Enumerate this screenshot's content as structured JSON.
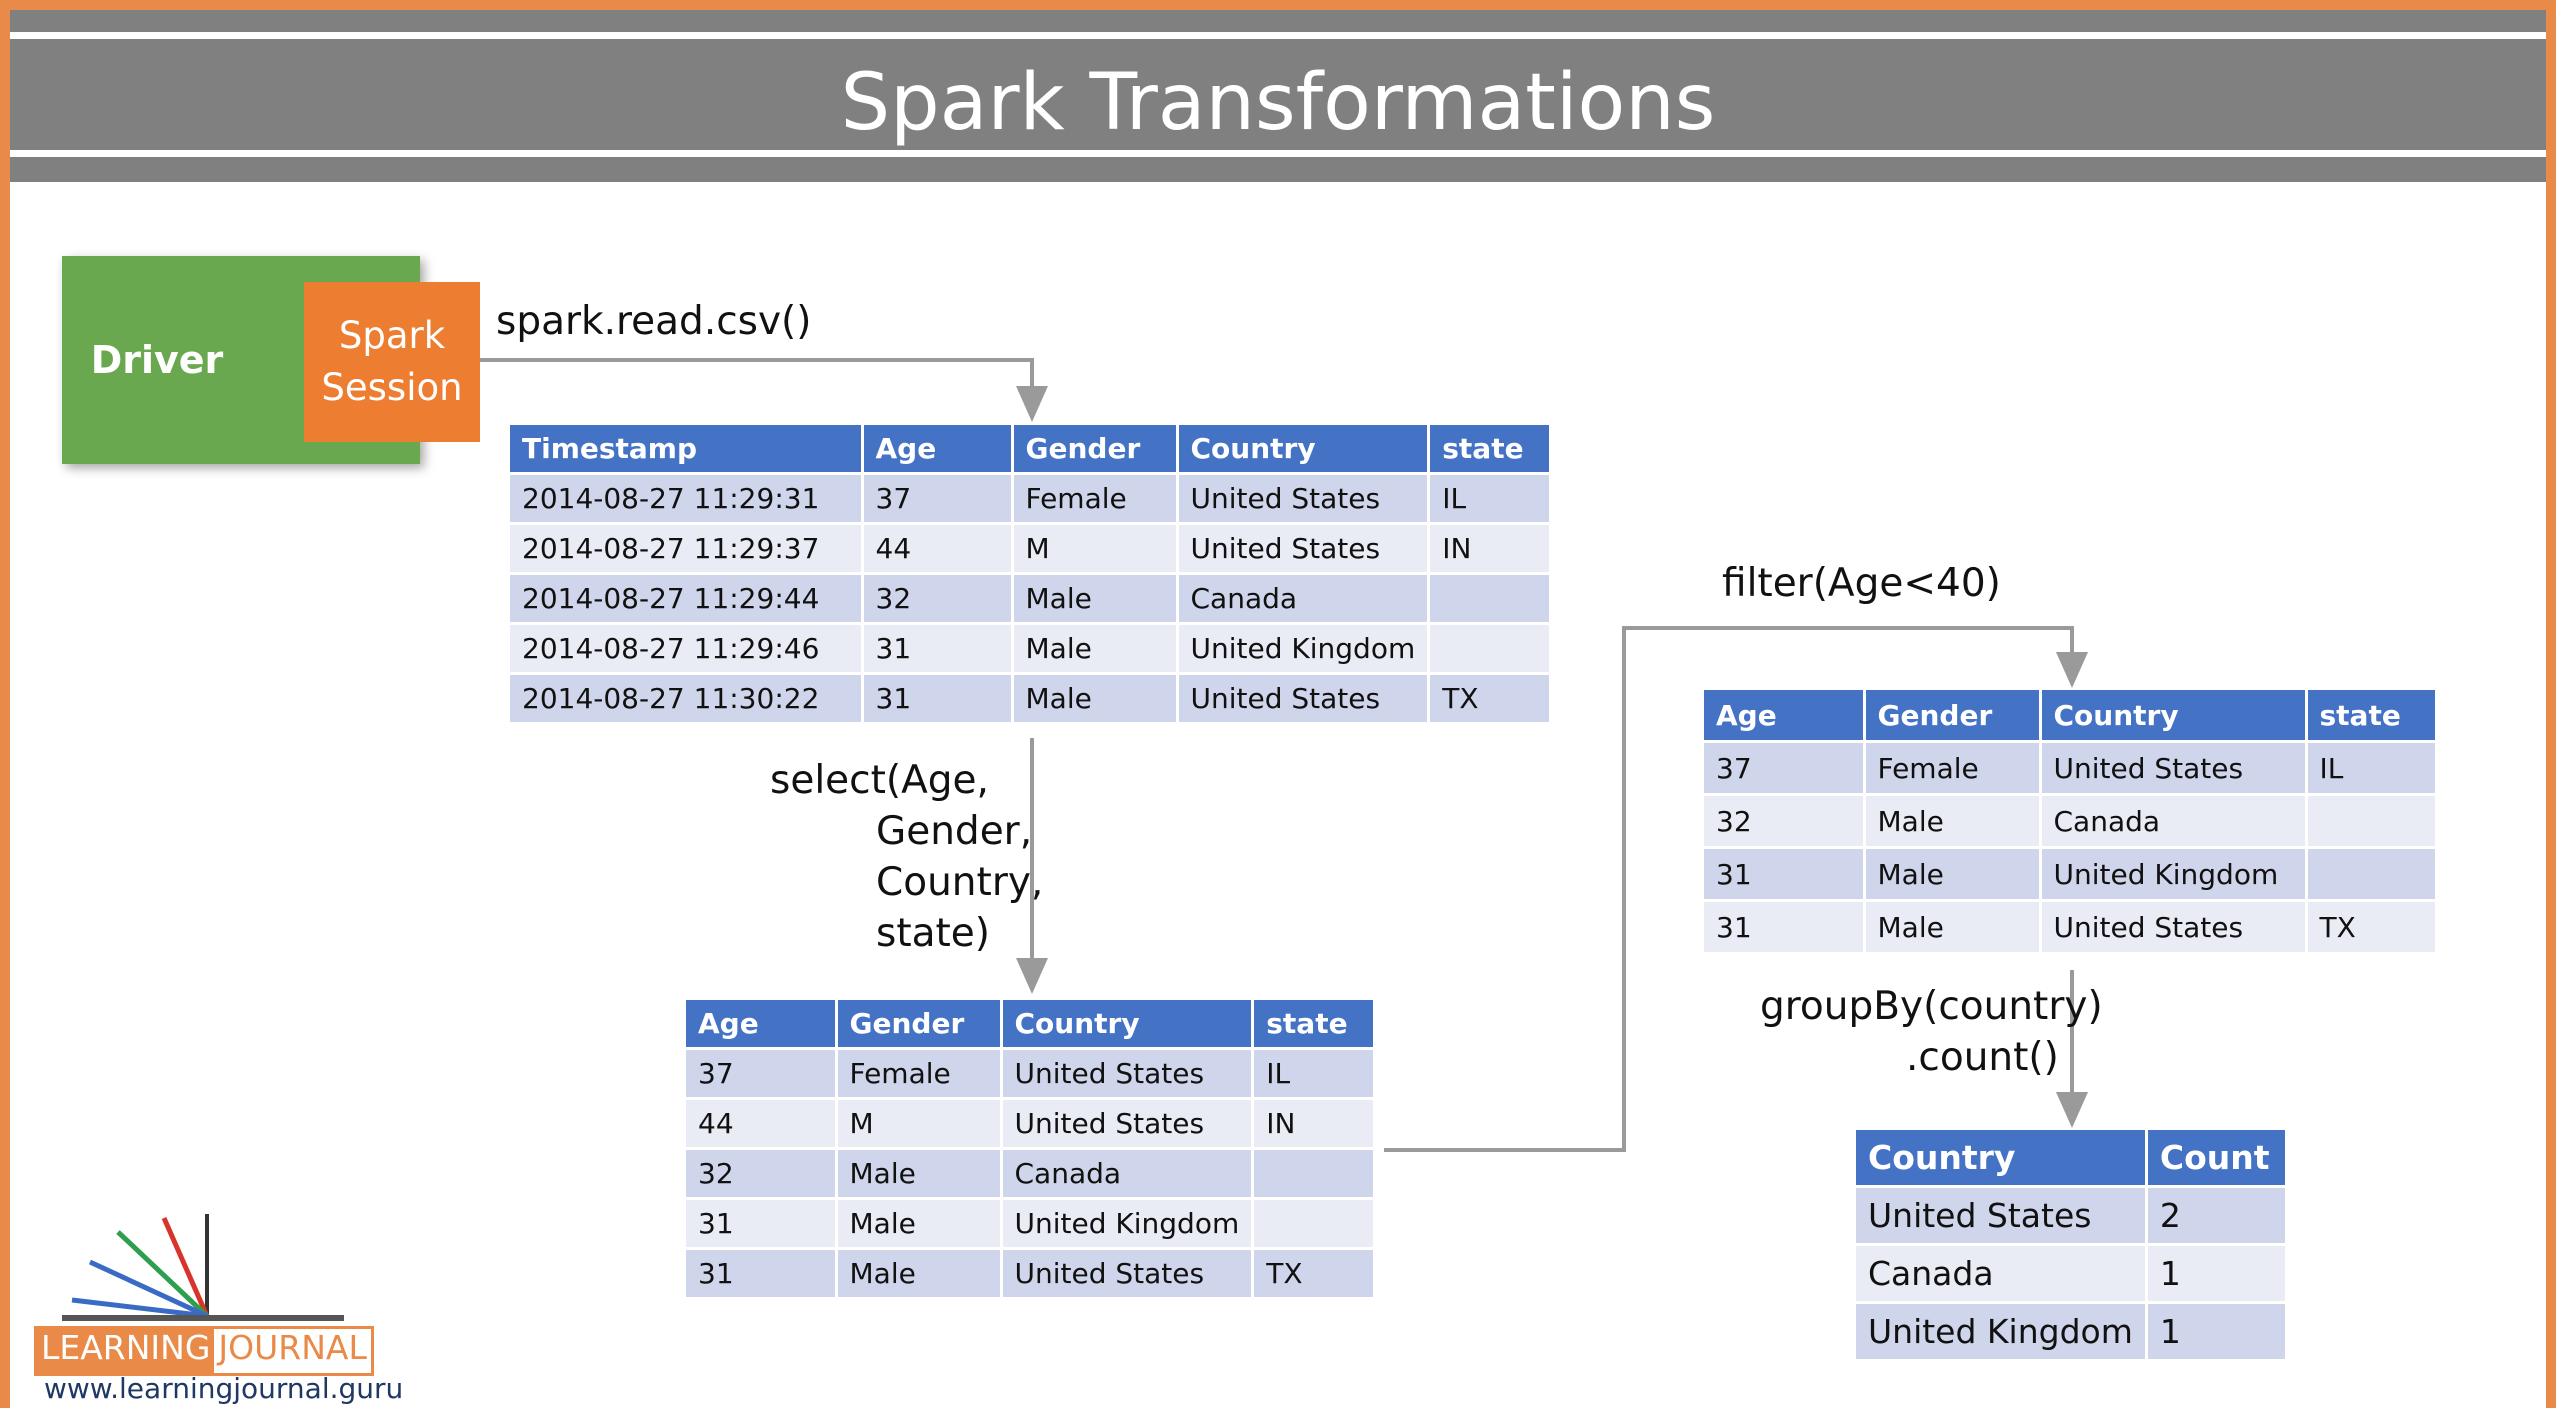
{
  "slide": {
    "title": "Spark Transformations"
  },
  "driver": {
    "label": "Driver",
    "session_line1": "Spark",
    "session_line2": "Session"
  },
  "operations": {
    "read": "spark.read.csv()",
    "select_lines": [
      "select(Age,",
      "Gender,",
      "Country,",
      "state)"
    ],
    "filter": "filter(Age<40)",
    "groupby_line1": "groupBy(country)",
    "groupby_line2": ".count()"
  },
  "tables": {
    "raw": {
      "headers": [
        "Timestamp",
        "Age",
        "Gender",
        "Country",
        "state"
      ],
      "rows": [
        [
          "2014-08-27 11:29:31",
          "37",
          "Female",
          "United States",
          "IL"
        ],
        [
          "2014-08-27 11:29:37",
          "44",
          "M",
          "United States",
          "IN"
        ],
        [
          "2014-08-27 11:29:44",
          "32",
          "Male",
          "Canada",
          ""
        ],
        [
          "2014-08-27 11:29:46",
          "31",
          "Male",
          "United Kingdom",
          ""
        ],
        [
          "2014-08-27 11:30:22",
          "31",
          "Male",
          "United States",
          "TX"
        ]
      ]
    },
    "selected": {
      "headers": [
        "Age",
        "Gender",
        "Country",
        "state"
      ],
      "rows": [
        [
          "37",
          "Female",
          "United States",
          "IL"
        ],
        [
          "44",
          "M",
          "United States",
          "IN"
        ],
        [
          "32",
          "Male",
          "Canada",
          ""
        ],
        [
          "31",
          "Male",
          "United Kingdom",
          ""
        ],
        [
          "31",
          "Male",
          "United States",
          "TX"
        ]
      ]
    },
    "filtered": {
      "headers": [
        "Age",
        "Gender",
        "Country",
        "state"
      ],
      "rows": [
        [
          "37",
          "Female",
          "United States",
          "IL"
        ],
        [
          "32",
          "Male",
          "Canada",
          ""
        ],
        [
          "31",
          "Male",
          "United Kingdom",
          ""
        ],
        [
          "31",
          "Male",
          "United States",
          "TX"
        ]
      ]
    },
    "counts": {
      "headers": [
        "Country",
        "Count"
      ],
      "rows": [
        [
          "United States",
          "2"
        ],
        [
          "Canada",
          "1"
        ],
        [
          "United Kingdom",
          "1"
        ]
      ]
    }
  },
  "logo": {
    "word1": "LEARNING",
    "word2": "JOURNAL",
    "url": "www.learningjournal.guru"
  },
  "colors": {
    "header_bg": "#4472C4",
    "row_odd": "#CFD5EA",
    "row_even": "#E9EBF5",
    "driver_green": "#6AA84F",
    "session_orange": "#ED7D31",
    "border_orange": "#E98A48"
  }
}
